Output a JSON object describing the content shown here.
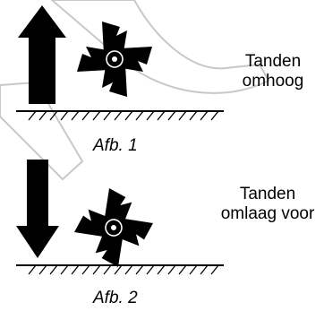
{
  "panel_1": {
    "arrow_direction": "up",
    "label_line_1": "Tanden",
    "label_line_2": "omhoog",
    "caption": "Afb. 1"
  },
  "panel_2": {
    "arrow_direction": "down",
    "label_line_1": "Tanden",
    "label_line_2": "omlaag voor",
    "caption": "Afb. 2"
  },
  "colors": {
    "ink": "#000000",
    "watermark_outline": "#c8c8c8"
  }
}
